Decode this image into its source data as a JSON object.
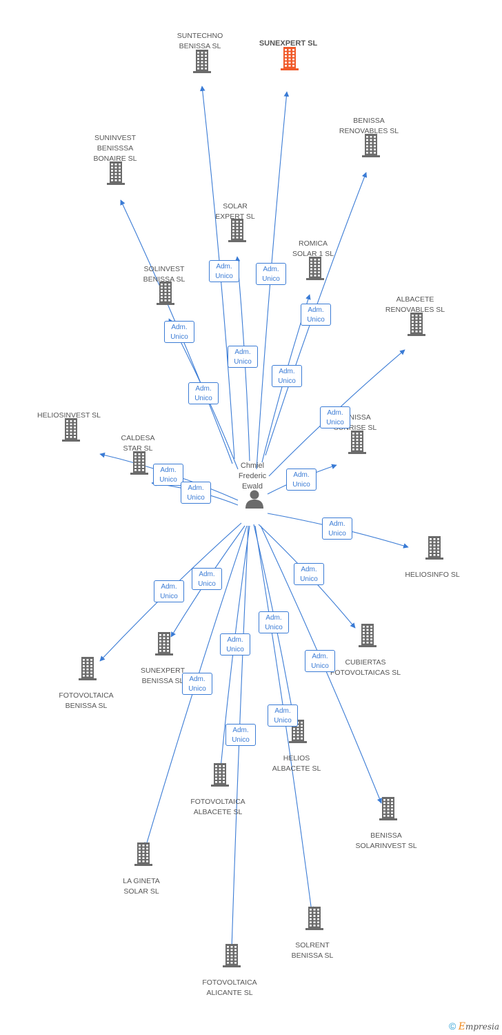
{
  "colors": {
    "edge": "#3a7bd5",
    "building": "#6b6b6b",
    "focus": "#f05a2a",
    "label": "#555555"
  },
  "person": {
    "name": "Chmiel\nFrederic\nEwald",
    "icon": "person-icon"
  },
  "role_label": "Adm.\nUnico",
  "companies": [
    {
      "id": "suntechno",
      "name": "SUNTECHNO\nBENISSA SL",
      "focus": false
    },
    {
      "id": "sunexpert",
      "name": "SUNEXPERT SL",
      "focus": true
    },
    {
      "id": "benissa-renovables",
      "name": "BENISSA\nRENOVABLES SL",
      "focus": false
    },
    {
      "id": "suninvest",
      "name": "SUNINVEST\nBENISSSA\nBONAIRE SL",
      "focus": false
    },
    {
      "id": "solar-expert",
      "name": "SOLAR\nEXPERT SL",
      "focus": false
    },
    {
      "id": "romica",
      "name": "ROMICA\nSOLAR 1 SL",
      "focus": false
    },
    {
      "id": "solinvest",
      "name": "SOLINVEST\nBENISSA SL",
      "focus": false
    },
    {
      "id": "albacete-renovables",
      "name": "ALBACETE\nRENOVABLES SL",
      "focus": false
    },
    {
      "id": "heliosinvest",
      "name": "HELIOSINVEST SL",
      "focus": false
    },
    {
      "id": "caldesa",
      "name": "CALDESA\nSTAR  SL",
      "focus": false
    },
    {
      "id": "benissa-sunrise",
      "name": "BENISSA\nSUNRISE SL",
      "focus": false
    },
    {
      "id": "heliosinfo",
      "name": "HELIOSINFO SL",
      "focus": false
    },
    {
      "id": "fotovoltaica-benissa",
      "name": "FOTOVOLTAICA\nBENISSA SL",
      "focus": false
    },
    {
      "id": "sunexpert-benissa",
      "name": "SUNEXPERT\nBENISSA SL",
      "focus": false
    },
    {
      "id": "cubiertas",
      "name": "CUBIERTAS\nFOTOVOLTAICAS SL",
      "focus": false
    },
    {
      "id": "helios-albacete",
      "name": "HELIOS\nALBACETE SL",
      "focus": false
    },
    {
      "id": "fotovoltaica-albacete",
      "name": "FOTOVOLTAICA\nALBACETE SL",
      "focus": false
    },
    {
      "id": "benissa-solarinvest",
      "name": "BENISSA\nSOLARINVEST SL",
      "focus": false
    },
    {
      "id": "la-gineta",
      "name": "LA GINETA\nSOLAR SL",
      "focus": false
    },
    {
      "id": "solrent",
      "name": "SOLRENT\nBENISSA SL",
      "focus": false
    },
    {
      "id": "fotovoltaica-alicante",
      "name": "FOTOVOLTAICA\nALICANTE SL",
      "focus": false
    }
  ],
  "brand": {
    "copyright": "©",
    "e": "E",
    "rest": "mpresia"
  }
}
